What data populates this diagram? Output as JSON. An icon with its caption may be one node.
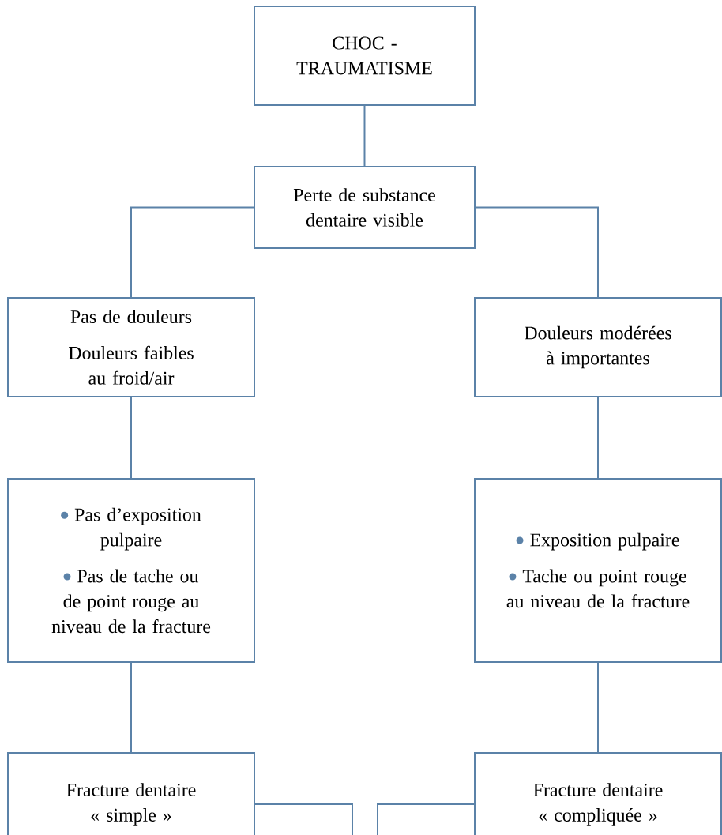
{
  "diagram": {
    "nodes": [
      {
        "text": [
          "CHOC - TRAUMATISME"
        ]
      },
      {
        "text": [
          "Perte de substance dentaire visible"
        ]
      },
      {
        "text": [
          "Pas de douleurs",
          "Douleurs faibles au froid/air"
        ]
      },
      {
        "text": [
          "Douleurs modérées à importantes"
        ]
      },
      {
        "text": [
          "Pas d’exposition pulpaire",
          "Pas de tache ou de point rouge au niveau de la fracture"
        ]
      },
      {
        "text": [
          "Exposition pulpaire",
          "Tache ou point rouge au niveau de la fracture"
        ]
      },
      {
        "text": [
          "Fracture dentaire « simple »"
        ]
      },
      {
        "text": [
          "Fracture dentaire « compliquée »"
        ]
      }
    ],
    "edges": [
      {
        "from": 0,
        "to": 1,
        "arrow": "none"
      },
      {
        "from": 1,
        "to": 2,
        "arrow": "none"
      },
      {
        "from": 1,
        "to": 3,
        "arrow": "none"
      },
      {
        "from": 2,
        "to": 4,
        "arrow": "none"
      },
      {
        "from": 3,
        "to": 5,
        "arrow": "none"
      },
      {
        "from": 4,
        "to": 6,
        "arrow": "none"
      },
      {
        "from": 5,
        "to": 7,
        "arrow": "none"
      },
      {
        "from": 6,
        "to": null,
        "arrow": "none"
      },
      {
        "from": 7,
        "to": null,
        "arrow": "none"
      }
    ]
  }
}
